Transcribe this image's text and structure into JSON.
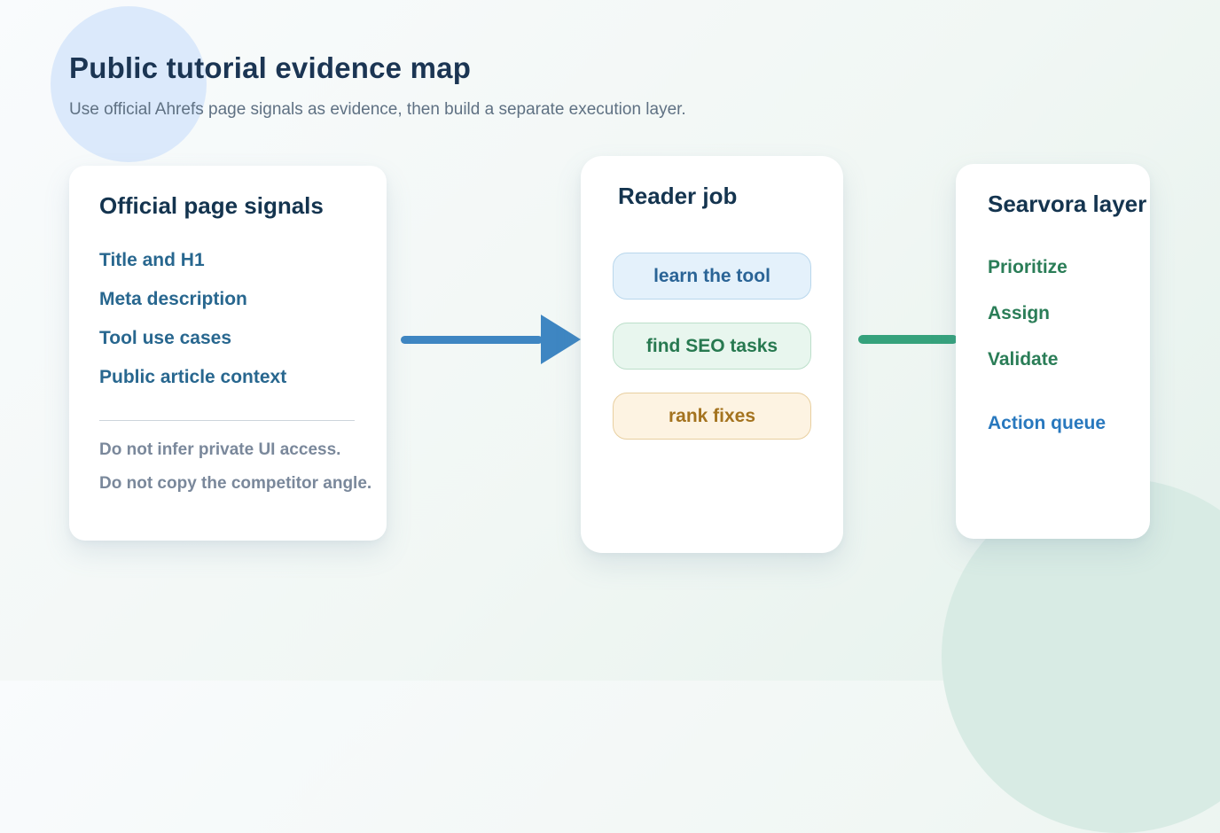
{
  "header": {
    "title": "Public tutorial evidence map",
    "subtitle": "Use official Ahrefs page signals as evidence, then build a separate execution layer."
  },
  "cards": {
    "signals": {
      "title": "Official page signals",
      "items": [
        "Title and H1",
        "Meta description",
        "Tool use cases",
        "Public article context"
      ],
      "notes": [
        "Do not infer private UI access.",
        "Do not copy the competitor angle."
      ]
    },
    "reader": {
      "title": "Reader job",
      "pills": [
        {
          "label": "learn the tool",
          "variant": "blue"
        },
        {
          "label": "find SEO tasks",
          "variant": "green"
        },
        {
          "label": "rank fixes",
          "variant": "amber"
        }
      ]
    },
    "searvora": {
      "title": "Searvora layer",
      "items": [
        "Prioritize",
        "Assign",
        "Validate"
      ],
      "action_label": "Action queue"
    }
  },
  "colors": {
    "title_navy": "#1b3553",
    "subtitle_gray": "#5f7183",
    "signal_blue": "#28678f",
    "note_gray": "#7a889b",
    "layer_green": "#2a7d57",
    "action_blue": "#2878be",
    "arrow_blue": "#3e86c2",
    "connector_green": "#35a27c",
    "pill_blue_bg": "#e4f1fb",
    "pill_green_bg": "#e8f6ee",
    "pill_amber_bg": "#fdf3e2",
    "bg_circle_blue": "#dbe9fb",
    "bg_circle_teal": "#d8ebe4"
  }
}
